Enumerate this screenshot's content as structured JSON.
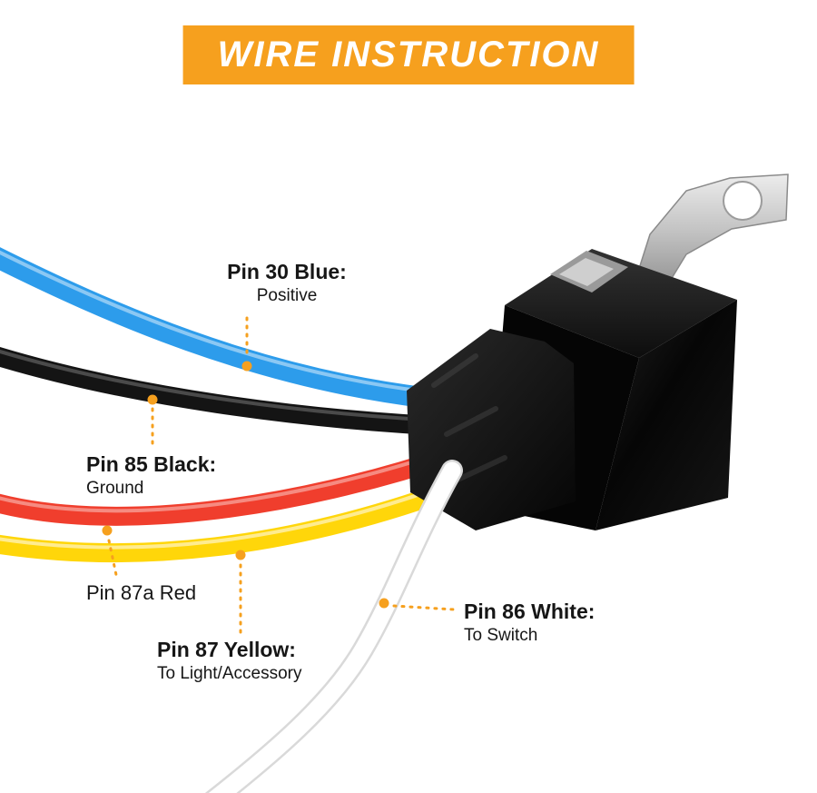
{
  "banner": {
    "title": "WIRE INSTRUCTION"
  },
  "labels": {
    "pin30": {
      "title": "Pin 30 Blue:",
      "subtitle": "Positive"
    },
    "pin85": {
      "title": "Pin 85 Black:",
      "subtitle": "Ground"
    },
    "pin87a": {
      "title": "Pin 87a Red"
    },
    "pin87": {
      "title": "Pin 87 Yellow:",
      "subtitle": "To Light/Accessory"
    },
    "pin86": {
      "title": "Pin 86 White:",
      "subtitle": "To Switch"
    }
  },
  "colors": {
    "banner_bg": "#F6A01E",
    "leader": "#F6A01E",
    "wire_blue": "#2D9CEB",
    "wire_black": "#141414",
    "wire_red": "#F03E2D",
    "wire_yellow": "#FFD60A",
    "wire_white": "#FFFFFF",
    "wire_white_edge": "#D9D9D9",
    "text": "#161616"
  }
}
